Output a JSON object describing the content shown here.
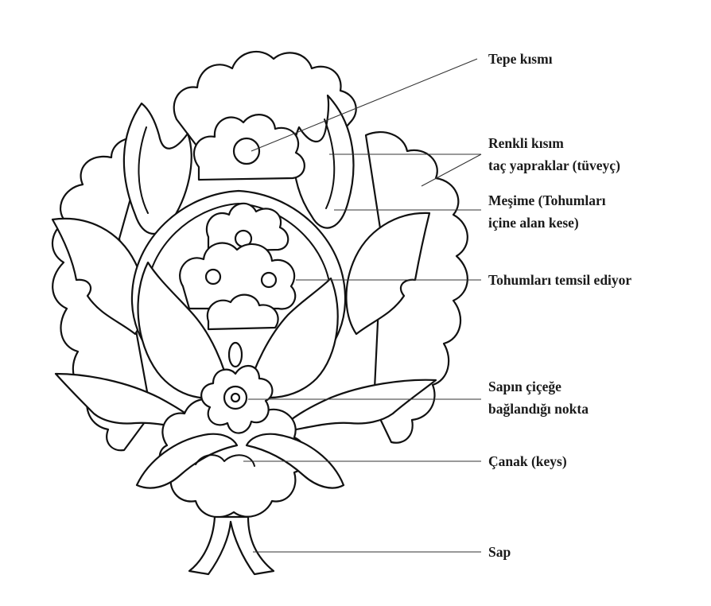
{
  "labels": {
    "tepe": "Tepe kısmı",
    "renkli_1": "Renkli kısım",
    "renkli_2": "taç yapraklar (tüveyç)",
    "mesime_1": "Meşime (Tohumları",
    "mesime_2": "içine alan kese)",
    "tohumlar": "Tohumları temsil ediyor",
    "sapin_1": "Sapın çiçeğe",
    "sapin_2": "bağlandığı nokta",
    "canak": "Çanak (keys)",
    "sap": "Sap"
  },
  "colors": {
    "line": "#111111",
    "text": "#1a1a1a",
    "background": "#ffffff"
  }
}
